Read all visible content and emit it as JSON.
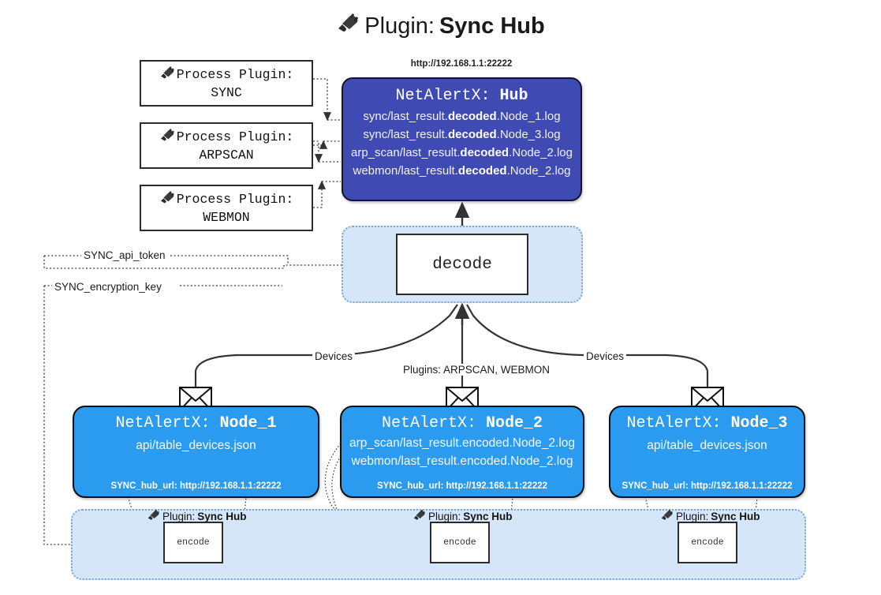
{
  "title": {
    "icon": "plug-icon",
    "prefix": "Plugin:",
    "name": "Sync Hub"
  },
  "hub": {
    "url": "http://192.168.1.1:22222",
    "title_prefix": "NetAlertX:",
    "title_name": "Hub",
    "lines": [
      {
        "pre": "sync/last_result.",
        "mid": "decoded",
        "post": ".Node_1.log"
      },
      {
        "pre": "sync/last_result.",
        "mid": "decoded",
        "post": ".Node_3.log"
      },
      {
        "pre": "arp_scan/last_result.",
        "mid": "decoded",
        "post": ".Node_2.log"
      },
      {
        "pre": "webmon/last_result.",
        "mid": "decoded",
        "post": ".Node_2.log"
      }
    ]
  },
  "process_plugins": [
    {
      "icon": "plug-icon",
      "label": "Process Plugin:",
      "name": "SYNC"
    },
    {
      "icon": "plug-icon",
      "label": "Process Plugin:",
      "name": "ARPSCAN"
    },
    {
      "icon": "plug-icon",
      "label": "Process Plugin:",
      "name": "WEBMON"
    }
  ],
  "decode": {
    "label": "decode"
  },
  "wire_labels": {
    "api_token": "SYNC_api_token",
    "encryption_key": "SYNC_encryption_key",
    "devices_left": "Devices",
    "devices_right": "Devices",
    "plugins_mid": "Plugins: ARPSCAN, WEBMON"
  },
  "nodes": [
    {
      "icon": "envelope-icon",
      "title_prefix": "NetAlertX:",
      "title_name": "Node_1",
      "lines": [
        "api/table_devices.json"
      ],
      "footer_key": "SYNC_hub_url:",
      "footer_value": "http://192.168.1.1:22222"
    },
    {
      "icon": "envelope-icon",
      "title_prefix": "NetAlertX:",
      "title_name": "Node_2",
      "lines": [
        "arp_scan/last_result.encoded.Node_2.log",
        "webmon/last_result.encoded.Node_2.log"
      ],
      "footer_key": "SYNC_hub_url:",
      "footer_value": "http://192.168.1.1:22222"
    },
    {
      "icon": "envelope-icon",
      "title_prefix": "NetAlertX:",
      "title_name": "Node_3",
      "lines": [
        "api/table_devices.json"
      ],
      "footer_key": "SYNC_hub_url:",
      "footer_value": "http://192.168.1.1:22222"
    }
  ],
  "bottom": {
    "plugin_labels": [
      {
        "icon": "plug-icon",
        "prefix": "Plugin:",
        "name": "Sync Hub"
      },
      {
        "icon": "plug-icon",
        "prefix": "Plugin:",
        "name": "Sync Hub"
      },
      {
        "icon": "plug-icon",
        "prefix": "Plugin:",
        "name": "Sync Hub"
      }
    ],
    "encode_label": "encode",
    "encode_labels": [
      "encode",
      "encode",
      "encode"
    ]
  },
  "colors": {
    "hub_fill": "#3f4ab3",
    "node_fill": "#2b9bf0",
    "band_fill": "#d4e6f8",
    "band_border": "#7aa8cc",
    "box_border": "#2b2b2b",
    "text": "#1a1a1a"
  }
}
